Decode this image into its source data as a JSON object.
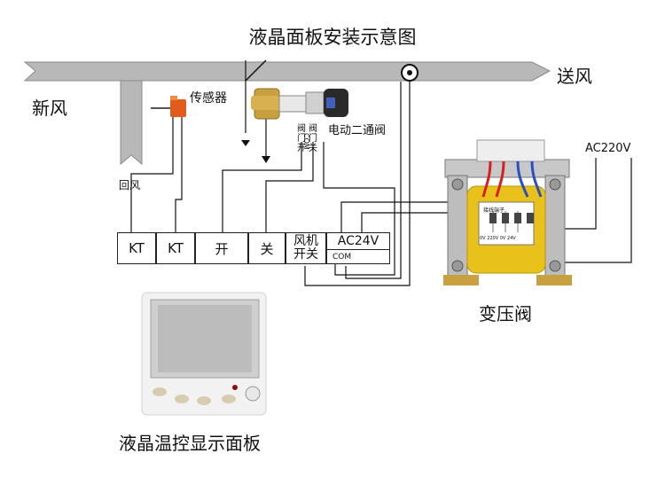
{
  "title": "液晶面板安装示意图",
  "labels": {
    "fresh_air": "新风",
    "supply_air": "送风",
    "return_air": "回风",
    "sensor": "传感器",
    "valve": "电动二通阀",
    "valve_open": "阀门开",
    "valve_close": "阀门关",
    "com": "COM",
    "ac220": "AC220V",
    "transformer": "变压阀",
    "panel": "液晶温控显示面板",
    "transformer_plate": "接线端子",
    "transformer_plate_values": "0V 220V 0V 24V"
  },
  "terminals": {
    "kt1": "KT",
    "kt2": "KT",
    "open": "开",
    "close": "关",
    "fan_switch": "风机开关",
    "ac24": "AC24V",
    "com": "COM"
  },
  "colors": {
    "duct": "#b8b8b8",
    "duct_edge": "#8a8a8a",
    "wire": "#111111",
    "transformer_core": "#e8c21a",
    "wire_red": "#d42020",
    "wire_blue": "#2a4fc0",
    "valve_brass": "#c9a040"
  }
}
